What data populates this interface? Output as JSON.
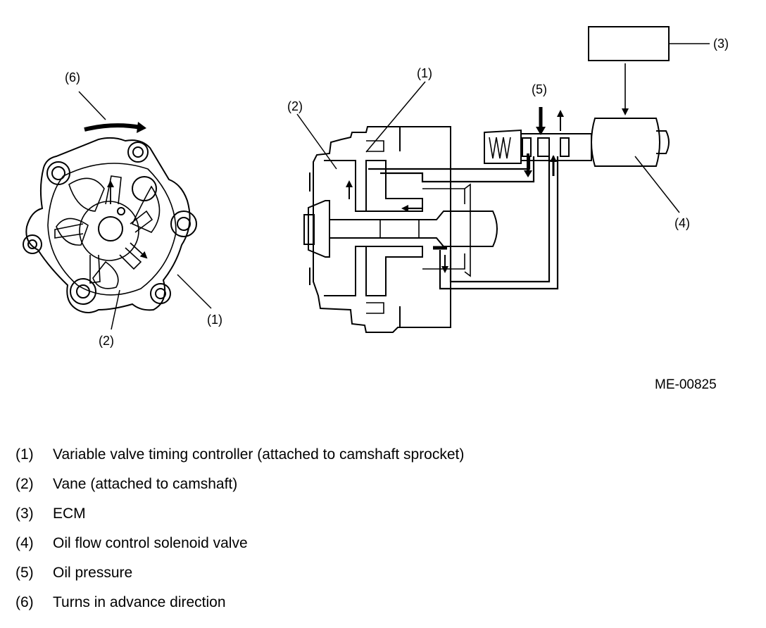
{
  "callouts": {
    "left": {
      "c1": "(1)",
      "c2": "(2)",
      "c6": "(6)"
    },
    "right": {
      "c1": "(1)",
      "c2": "(2)",
      "c3": "(3)",
      "c4": "(4)",
      "c5": "(5)"
    }
  },
  "figure_code": "ME-00825",
  "legend": [
    {
      "num": "(1)",
      "text": "Variable valve timing controller (attached to camshaft sprocket)"
    },
    {
      "num": "(2)",
      "text": "Vane (attached to camshaft)"
    },
    {
      "num": "(3)",
      "text": "ECM"
    },
    {
      "num": "(4)",
      "text": "Oil flow control solenoid valve"
    },
    {
      "num": "(5)",
      "text": "Oil pressure"
    },
    {
      "num": "(6)",
      "text": "Turns in advance direction"
    }
  ]
}
